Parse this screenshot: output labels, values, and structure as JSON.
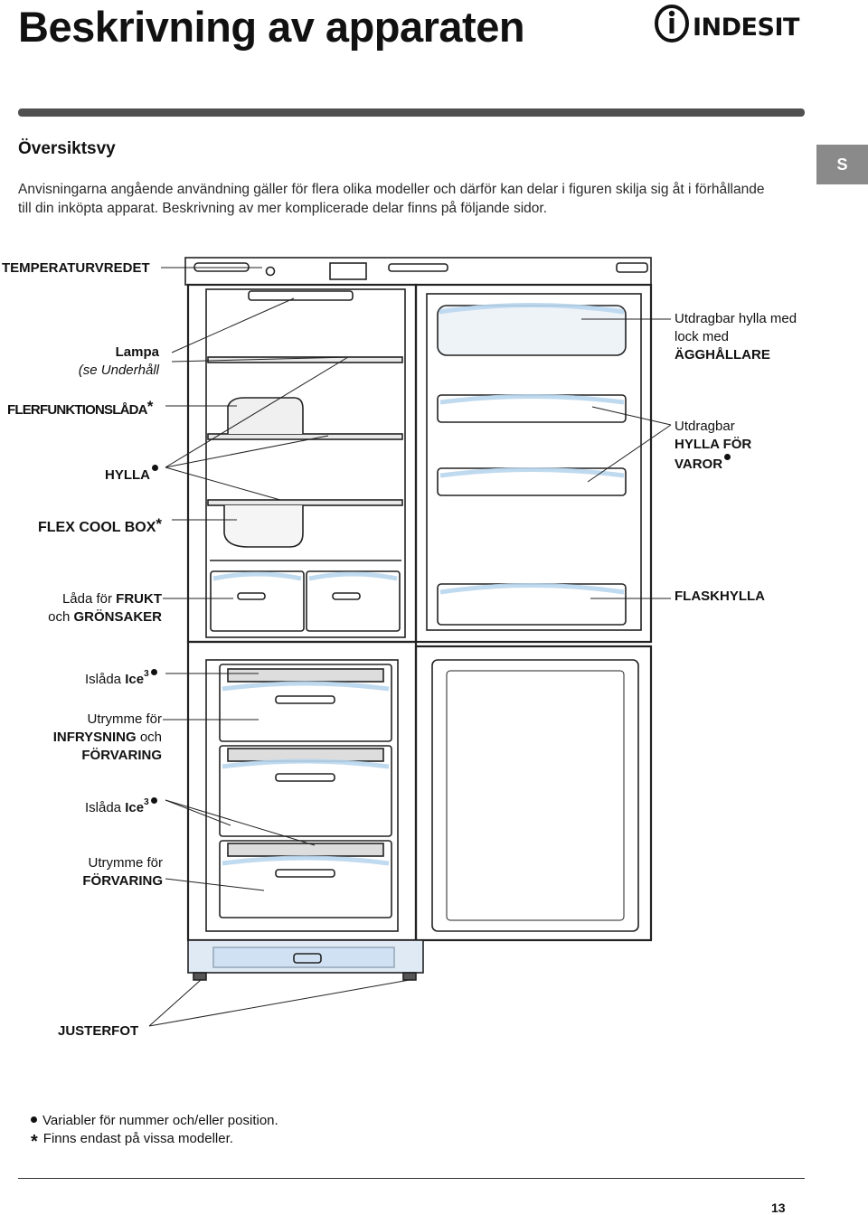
{
  "header": {
    "title": "Beskrivning av apparaten",
    "brand": "INDESIT"
  },
  "section": {
    "heading": "Översiktsvy",
    "intro": "Anvisningarna angående användning gäller för flera olika modeller och därför kan delar i figuren skilja sig åt i förhållande till din inköpta apparat. Beskrivning av mer komplicerade delar finns på följande sidor.",
    "language_tab": "S"
  },
  "labels": {
    "temperaturvredet": "TEMPERATURVREDET",
    "lampa": "Lampa",
    "lampa_ref": "(se Underhåll",
    "flerfunktionslada": "FLERFUNKTIONSLÅDA",
    "hylla": "HYLLA",
    "flex_cool_box": "FLEX COOL BOX",
    "lada_for": "Låda för",
    "frukt": "FRUKT",
    "och": "och",
    "gronsaker": "GRÖNSAKER",
    "islada_1": "Islåda",
    "ice": "Ice",
    "ice_sup": "3",
    "utrymme_for": "Utrymme för",
    "infrysning": "INFRYSNING",
    "och2": "och",
    "forvaring": "FÖRVARING",
    "islada_2": "Islåda",
    "ice2": "Ice",
    "ice2_sup": "3",
    "utrymme_for2": "Utrymme för",
    "forvaring2": "FÖRVARING",
    "justerfot": "JUSTERFOT",
    "utdragbar_hylla": "Utdragbar hylla med",
    "lock_med": "lock med",
    "agghallare": "ÄGGHÅLLARE",
    "utdragbar": "Utdragbar",
    "hylla_for": "HYLLA FÖR",
    "varor": "VAROR",
    "flaskhylla": "FLASKHYLLA",
    "star": "*"
  },
  "footnotes": {
    "variabler": "Variabler för nummer och/eller position.",
    "star_mark": "*",
    "finns": "Finns endast på vissa modeller."
  },
  "page": {
    "number": "13"
  },
  "colors": {
    "rule": "#505050",
    "tab": "#8a8a8a",
    "highlight": "#b9d6ee"
  }
}
